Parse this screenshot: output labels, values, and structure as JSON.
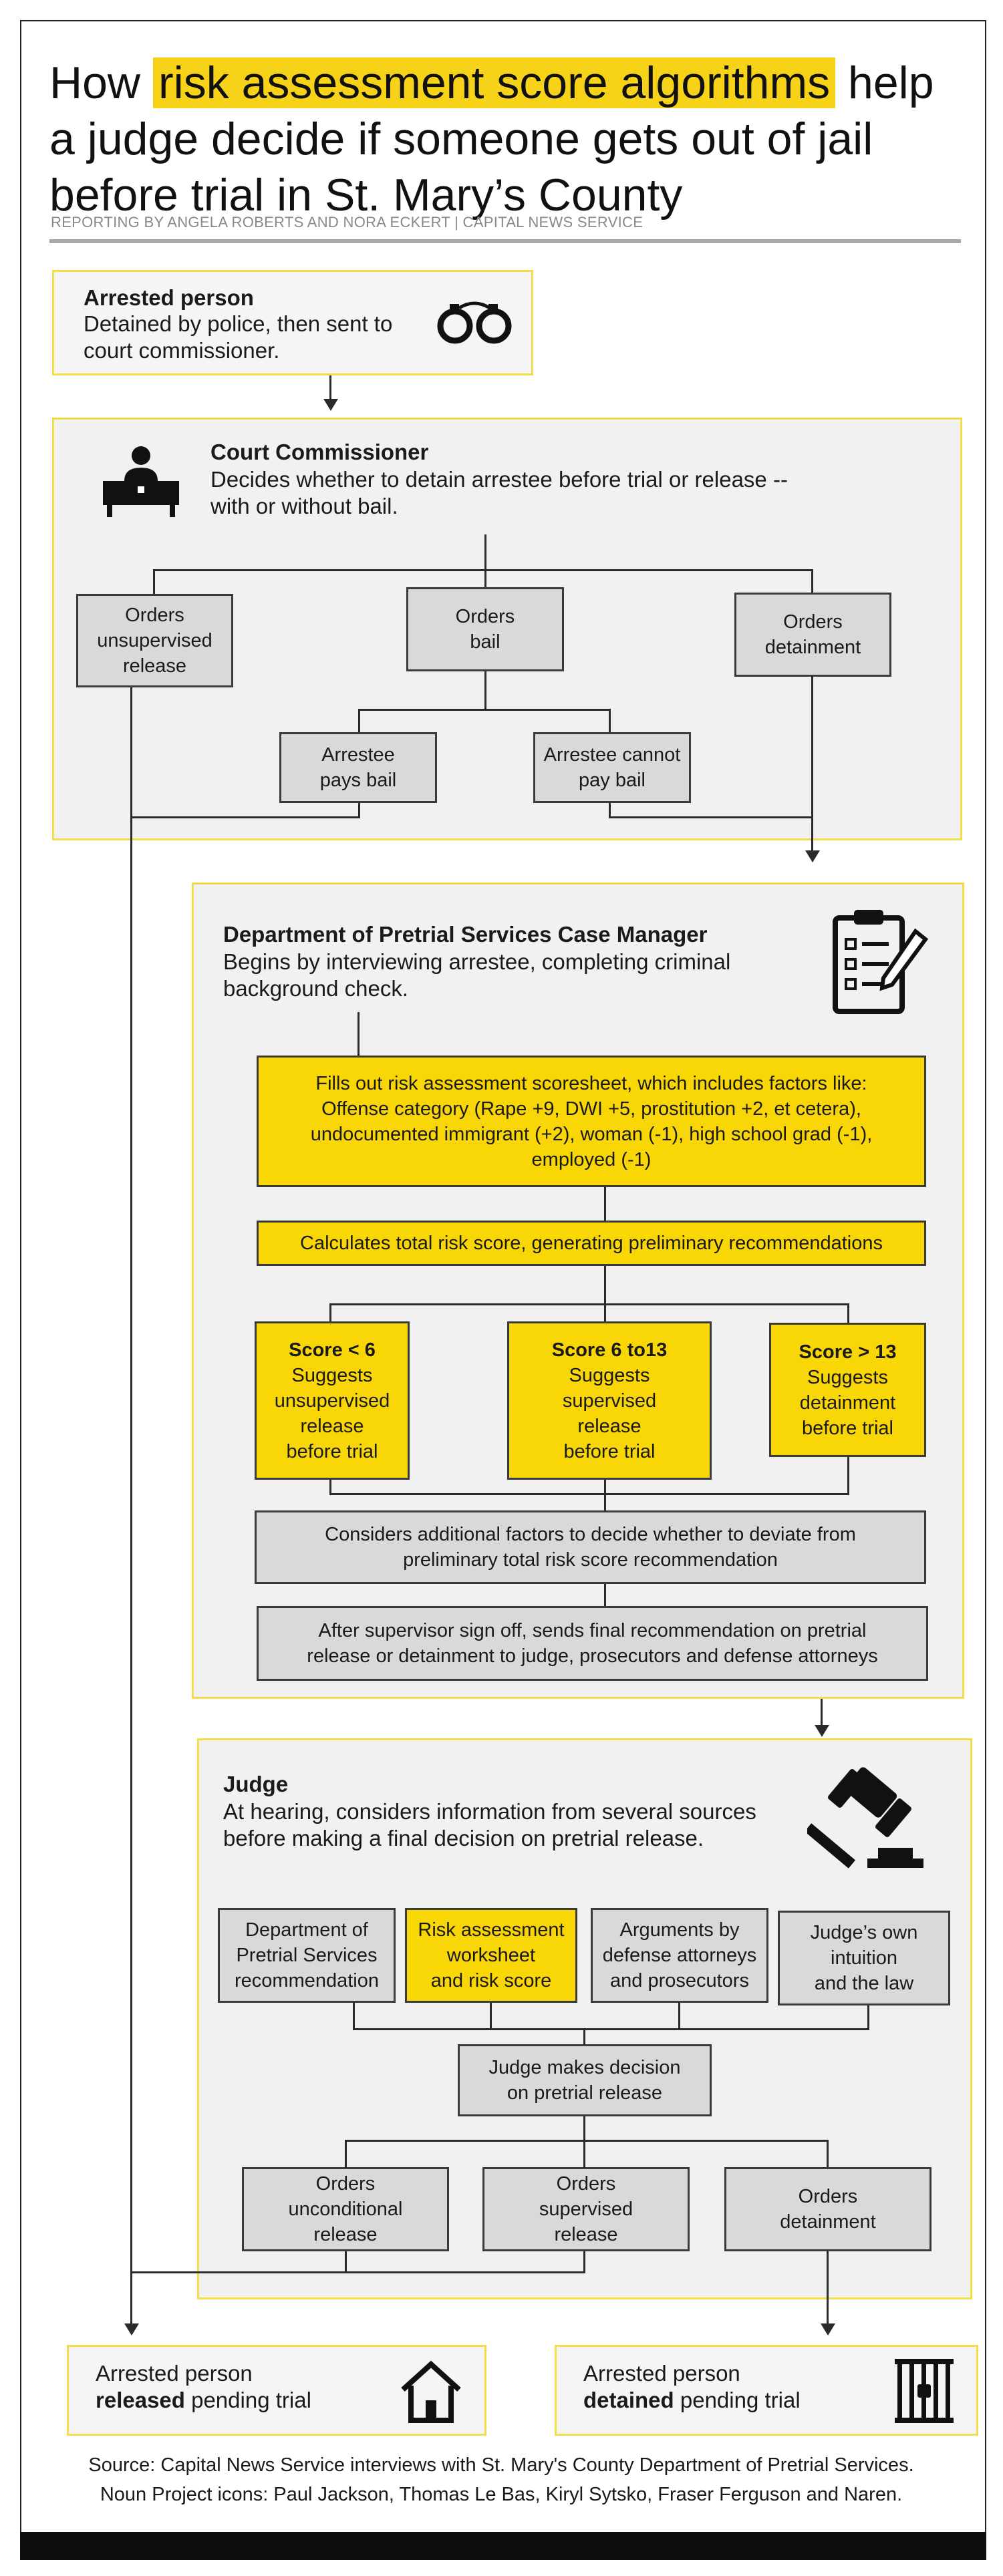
{
  "title": {
    "highlight": "risk assessment score algorithms",
    "pre": "How ",
    "post": " help a judge decide if someone gets out of jail before trial in St. Mary’s County"
  },
  "byline": "REPORTING BY ANGELA ROBERTS AND NORA ECKERT | CAPITAL NEWS SERVICE",
  "arrested": {
    "title": "Arrested person",
    "desc": "Detained by police, then sent to court commissioner.",
    "icon": "handcuffs-icon"
  },
  "commissioner": {
    "title": "Court Commissioner",
    "desc": "Decides whether to detain arrestee before trial or release -- with or without bail.",
    "icon": "desk-person-icon",
    "boxes": {
      "unsupervised": "Orders\nunsupervised\nrelease",
      "bail": "Orders\nbail",
      "detainment": "Orders\ndetainment",
      "pays": "Arrestee\npays bail",
      "cannot_pay": "Arrestee cannot\npay bail"
    }
  },
  "pretrial": {
    "title": "Department of Pretrial Services Case Manager",
    "desc": "Begins by interviewing arrestee, completing criminal background check.",
    "icon": "clipboard-icon",
    "scoresheet": "Fills out risk assessment scoresheet, which includes factors like:\nOffense category (Rape +9, DWI +5, prostitution +2, et cetera),\nundocumented immigrant (+2),  woman (-1), high school grad (-1),\nemployed (-1)",
    "calculates": "Calculates total risk score, generating preliminary recommendations",
    "scores": [
      {
        "label": "Score < 6",
        "text": "Suggests\nunsupervised\nrelease\nbefore trial"
      },
      {
        "label": "Score 6 to13",
        "text": "Suggests\nsupervised\nrelease\nbefore trial"
      },
      {
        "label": "Score > 13",
        "text": "Suggests\ndetainment\nbefore trial"
      }
    ],
    "additional": "Considers additional factors to decide whether to deviate from\npreliminary total risk score recommendation",
    "final": "After supervisor sign off, sends final recommendation on pretrial\nrelease or detainment to judge, prosecutors and defense attorneys"
  },
  "judge": {
    "title": "Judge",
    "desc": "At hearing, considers information from several sources before making a final decision on pretrial release.",
    "icon": "gavel-icon",
    "sources": [
      "Department of\nPretrial Services\nrecommendation",
      "Risk assessment\nworksheet\nand risk score",
      "Arguments by\ndefense attorneys\nand prosecutors",
      "Judge’s own\nintuition\nand the law"
    ],
    "decision": "Judge makes decision\non pretrial release",
    "orders": [
      "Orders\nunconditional\nrelease",
      "Orders\nsupervised\nrelease",
      "Orders\ndetainment"
    ]
  },
  "outcomes": {
    "released": {
      "line1": "Arrested person",
      "bold": "released",
      "rest": " pending trial",
      "icon": "house-icon"
    },
    "detained": {
      "line1": "Arrested person",
      "bold": "detained",
      "rest": " pending trial",
      "icon": "jail-cell-icon"
    }
  },
  "source": {
    "line1": "Source: Capital News Service interviews with St. Mary's County Department of Pretrial Services.",
    "line2": "Noun Project icons: Paul Jackson, Thomas Le Bas, Kiryl Sytsko, Fraser Ferguson and Naren."
  },
  "colors": {
    "accent": "#f9d606",
    "box_gray": "#d9d9d9",
    "panel_border": "#f1de4a"
  }
}
